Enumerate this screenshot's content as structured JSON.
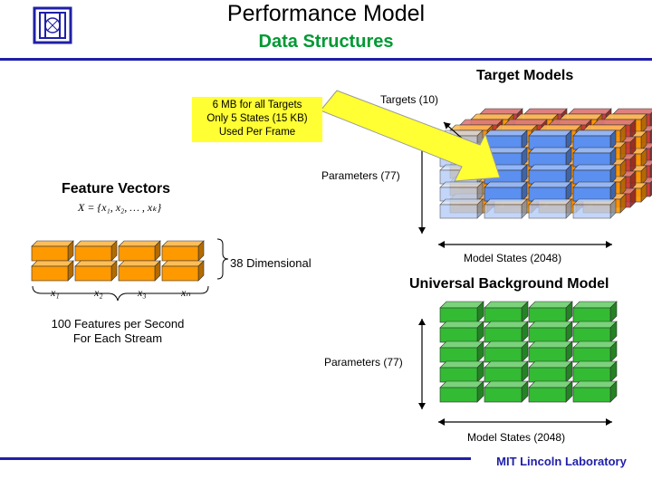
{
  "header": {
    "title": "Performance Model",
    "subtitle": "Data Structures"
  },
  "colors": {
    "rule": "#1f1fa8",
    "subtitle": "#009933",
    "callout": "#ffff33",
    "feature_block": "#ff9900",
    "ubm_block": "#33bb33",
    "target_front": "#5b8ff0",
    "target_back_red": "#cc3333",
    "target_back_orange": "#ff9900",
    "arrow": "#ffff33"
  },
  "callout": {
    "lines": [
      "6 MB for all Targets",
      "Only 5 States (15 KB)",
      "Used Per Frame"
    ]
  },
  "target_models": {
    "heading": "Target Models",
    "targets_label": "Targets (10)",
    "parameters_label": "Parameters (77)",
    "states_label": "Model States (2048)"
  },
  "feature_vectors": {
    "heading": "Feature Vectors",
    "formula": "X = {x₁, x₂, … , xₖ}",
    "dimension_label": "38 Dimensional",
    "rate_lines": [
      "100 Features per Second",
      "For Each Stream"
    ],
    "x_labels": [
      "x₁",
      "x₂",
      "x₃",
      "xₙ"
    ]
  },
  "ubm": {
    "heading": "Universal Background Model",
    "parameters_label": "Parameters (77)",
    "states_label": "Model States (2048)"
  },
  "footer": {
    "text": "MIT Lincoln Laboratory"
  }
}
